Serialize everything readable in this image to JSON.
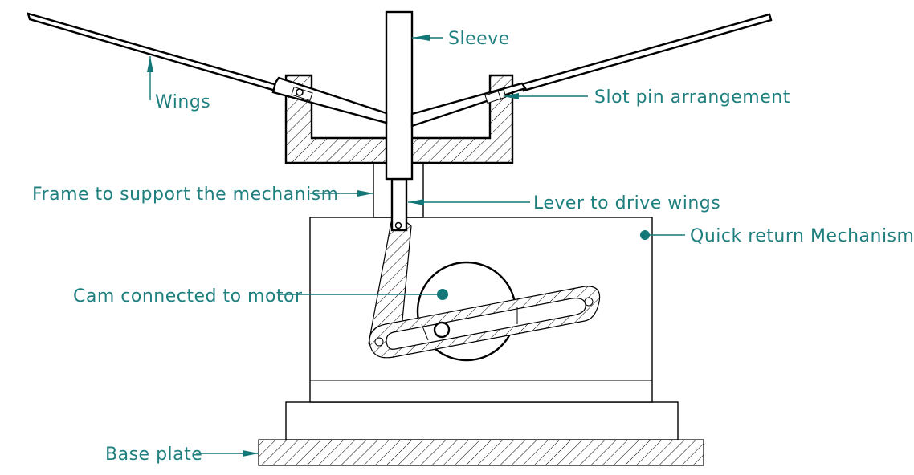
{
  "diagram": {
    "type": "mechanical assembly drawing",
    "subject": "Flapping wing mechanism driven by quick return mechanism",
    "colors": {
      "label_text": "#1f7f7f",
      "leader": "#137777",
      "outline": "#000000",
      "background": "#ffffff"
    },
    "labels": {
      "sleeve": "Sleeve",
      "wings": "Wings",
      "slot_pin": "Slot pin arrangement",
      "frame": "Frame to support the mechanism",
      "lever": "Lever to drive wings",
      "quick_return": "Quick return Mechanism",
      "cam": "Cam connected to motor",
      "base_plate": "Base plate"
    },
    "components": [
      "sleeve",
      "left-wing",
      "right-wing",
      "left-slot-pin",
      "right-slot-pin",
      "wing-support-bracket",
      "frame",
      "lever",
      "quick-return-housing",
      "crank-link",
      "slotted-arm",
      "cam-disc",
      "base-block",
      "base-plate"
    ]
  }
}
